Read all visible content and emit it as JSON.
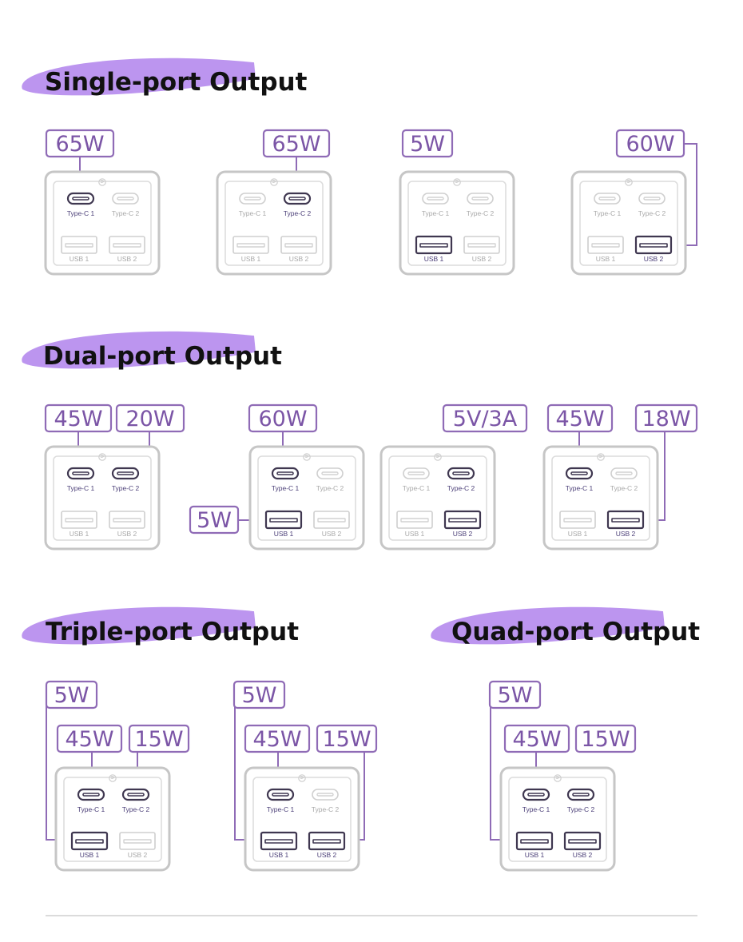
{
  "colors": {
    "accent": "#8f6bb6",
    "accent_text": "#7b55a6",
    "section_highlight": "#bc95ef",
    "active_port": "#3f3750",
    "inactive_port": "#cfcfcf"
  },
  "icon": "charger-logo-icon",
  "ports": [
    "Type-C 1",
    "Type-C 2",
    "USB 1",
    "USB 2"
  ],
  "sections": [
    {
      "title": "Single-port Output",
      "configs": [
        {
          "active": [
            "Type-C 1"
          ],
          "outputs": [
            {
              "port": "Type-C 1",
              "label": "65W"
            }
          ]
        },
        {
          "active": [
            "Type-C 2"
          ],
          "outputs": [
            {
              "port": "Type-C 2",
              "label": "65W"
            }
          ]
        },
        {
          "active": [
            "USB 1"
          ],
          "outputs": [
            {
              "port": "USB 1",
              "label": "5W"
            }
          ]
        },
        {
          "active": [
            "USB 2"
          ],
          "outputs": [
            {
              "port": "USB 2",
              "label": "60W"
            }
          ]
        }
      ]
    },
    {
      "title": "Dual-port Output",
      "configs": [
        {
          "active": [
            "Type-C 1",
            "Type-C 2"
          ],
          "outputs": [
            {
              "port": "Type-C 1",
              "label": "45W"
            },
            {
              "port": "Type-C 2",
              "label": "20W"
            }
          ]
        },
        {
          "active": [
            "Type-C 1",
            "USB 1"
          ],
          "outputs": [
            {
              "port": "Type-C 1",
              "label": "60W"
            },
            {
              "port": "USB 1",
              "label": "5W"
            }
          ]
        },
        {
          "active": [
            "Type-C 2",
            "USB 2"
          ],
          "outputs": [
            {
              "port": "Type-C 2 + USB 2",
              "label": "5V/3A"
            }
          ]
        },
        {
          "active": [
            "Type-C 1",
            "USB 2"
          ],
          "outputs": [
            {
              "port": "Type-C 1",
              "label": "45W"
            },
            {
              "port": "USB 2",
              "label": "18W"
            }
          ]
        }
      ]
    },
    {
      "title": "Triple-port Output",
      "configs": [
        {
          "active": [
            "Type-C 1",
            "Type-C 2",
            "USB 1"
          ],
          "outputs": [
            {
              "port": "USB 1",
              "label": "5W"
            },
            {
              "port": "Type-C 1",
              "label": "45W"
            },
            {
              "port": "Type-C 2",
              "label": "15W"
            }
          ]
        },
        {
          "active": [
            "Type-C 1",
            "USB 1",
            "USB 2"
          ],
          "outputs": [
            {
              "port": "USB 1",
              "label": "5W"
            },
            {
              "port": "Type-C 1",
              "label": "45W"
            },
            {
              "port": "USB 2",
              "label": "15W"
            }
          ]
        }
      ]
    },
    {
      "title": "Quad-port Output",
      "configs": [
        {
          "active": [
            "Type-C 1",
            "Type-C 2",
            "USB 1",
            "USB 2"
          ],
          "outputs": [
            {
              "port": "USB 1",
              "label": "5W"
            },
            {
              "port": "Type-C 1",
              "label": "45W"
            },
            {
              "port": "Type-C 2 + USB 2",
              "label": "15W"
            }
          ]
        }
      ]
    }
  ]
}
